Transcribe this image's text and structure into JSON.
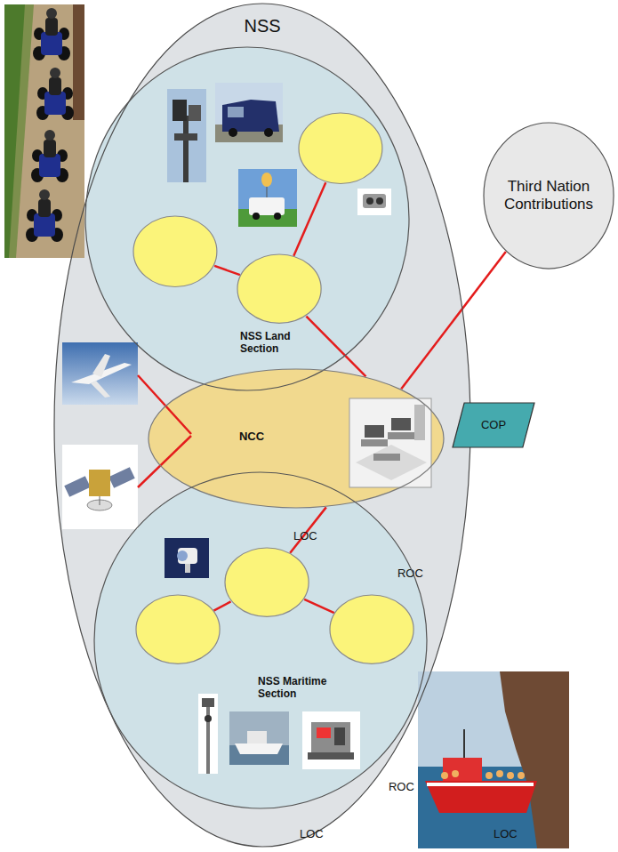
{
  "diagram": {
    "nodes": [
      {
        "text": [
          "NSS"
        ]
      },
      {
        "text": [
          "NSS Land Section"
        ],
        "in": 0
      },
      {
        "text": [
          "LOC"
        ],
        "in": 1
      },
      {
        "text": [
          "LOC"
        ],
        "in": 1
      },
      {
        "text": [
          "ROC"
        ],
        "in": 1
      },
      {
        "text": [
          "Third Nation Contributions"
        ]
      },
      {
        "text": [
          "NCC"
        ],
        "in": 0
      },
      {
        "text": [
          "COP"
        ]
      },
      {
        "text": [
          "NSS Maritime Section"
        ],
        "in": 0
      },
      {
        "text": [
          "ROC"
        ],
        "in": 8
      },
      {
        "text": [
          "LOC"
        ],
        "in": 8
      },
      {
        "text": [
          "LOC"
        ],
        "in": 8
      }
    ],
    "edges": [
      {
        "from": 2,
        "to": 4,
        "arrow": "none"
      },
      {
        "from": 3,
        "to": 4,
        "arrow": "none"
      },
      {
        "from": 4,
        "to": 6,
        "arrow": "none"
      },
      {
        "from": 5,
        "to": 6,
        "arrow": "none"
      },
      {
        "from": 6,
        "to": 9,
        "arrow": "none"
      },
      {
        "from": 9,
        "to": 10,
        "arrow": "none"
      },
      {
        "from": 9,
        "to": 11,
        "arrow": "none"
      }
    ]
  }
}
